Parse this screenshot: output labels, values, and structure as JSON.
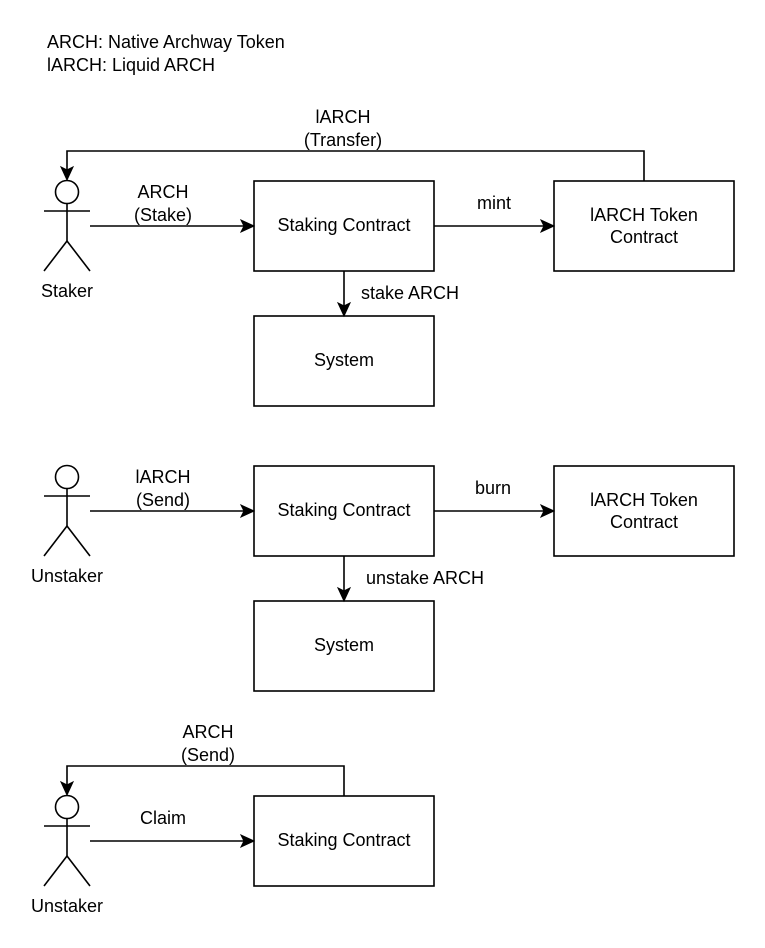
{
  "legend": {
    "lines": [
      "ARCH: Native Archway Token",
      "lARCH: Liquid ARCH"
    ]
  },
  "diagram_stake": {
    "actor": "Staker",
    "staking_contract": "Staking Contract",
    "token_contract": [
      "lARCH Token",
      "Contract"
    ],
    "system": "System",
    "edge_actor_to_staking": [
      "ARCH",
      "(Stake)"
    ],
    "edge_staking_to_token": "mint",
    "edge_staking_to_system": "stake ARCH",
    "edge_token_to_actor": [
      "lARCH",
      "(Transfer)"
    ]
  },
  "diagram_unstake": {
    "actor": "Unstaker",
    "staking_contract": "Staking Contract",
    "token_contract": [
      "lARCH Token",
      "Contract"
    ],
    "system": "System",
    "edge_actor_to_staking": [
      "lARCH",
      "(Send)"
    ],
    "edge_staking_to_token": "burn",
    "edge_staking_to_system": "unstake ARCH"
  },
  "diagram_claim": {
    "actor": "Unstaker",
    "staking_contract": "Staking Contract",
    "edge_actor_to_staking": "Claim",
    "edge_staking_to_actor": [
      "ARCH",
      "(Send)"
    ]
  }
}
